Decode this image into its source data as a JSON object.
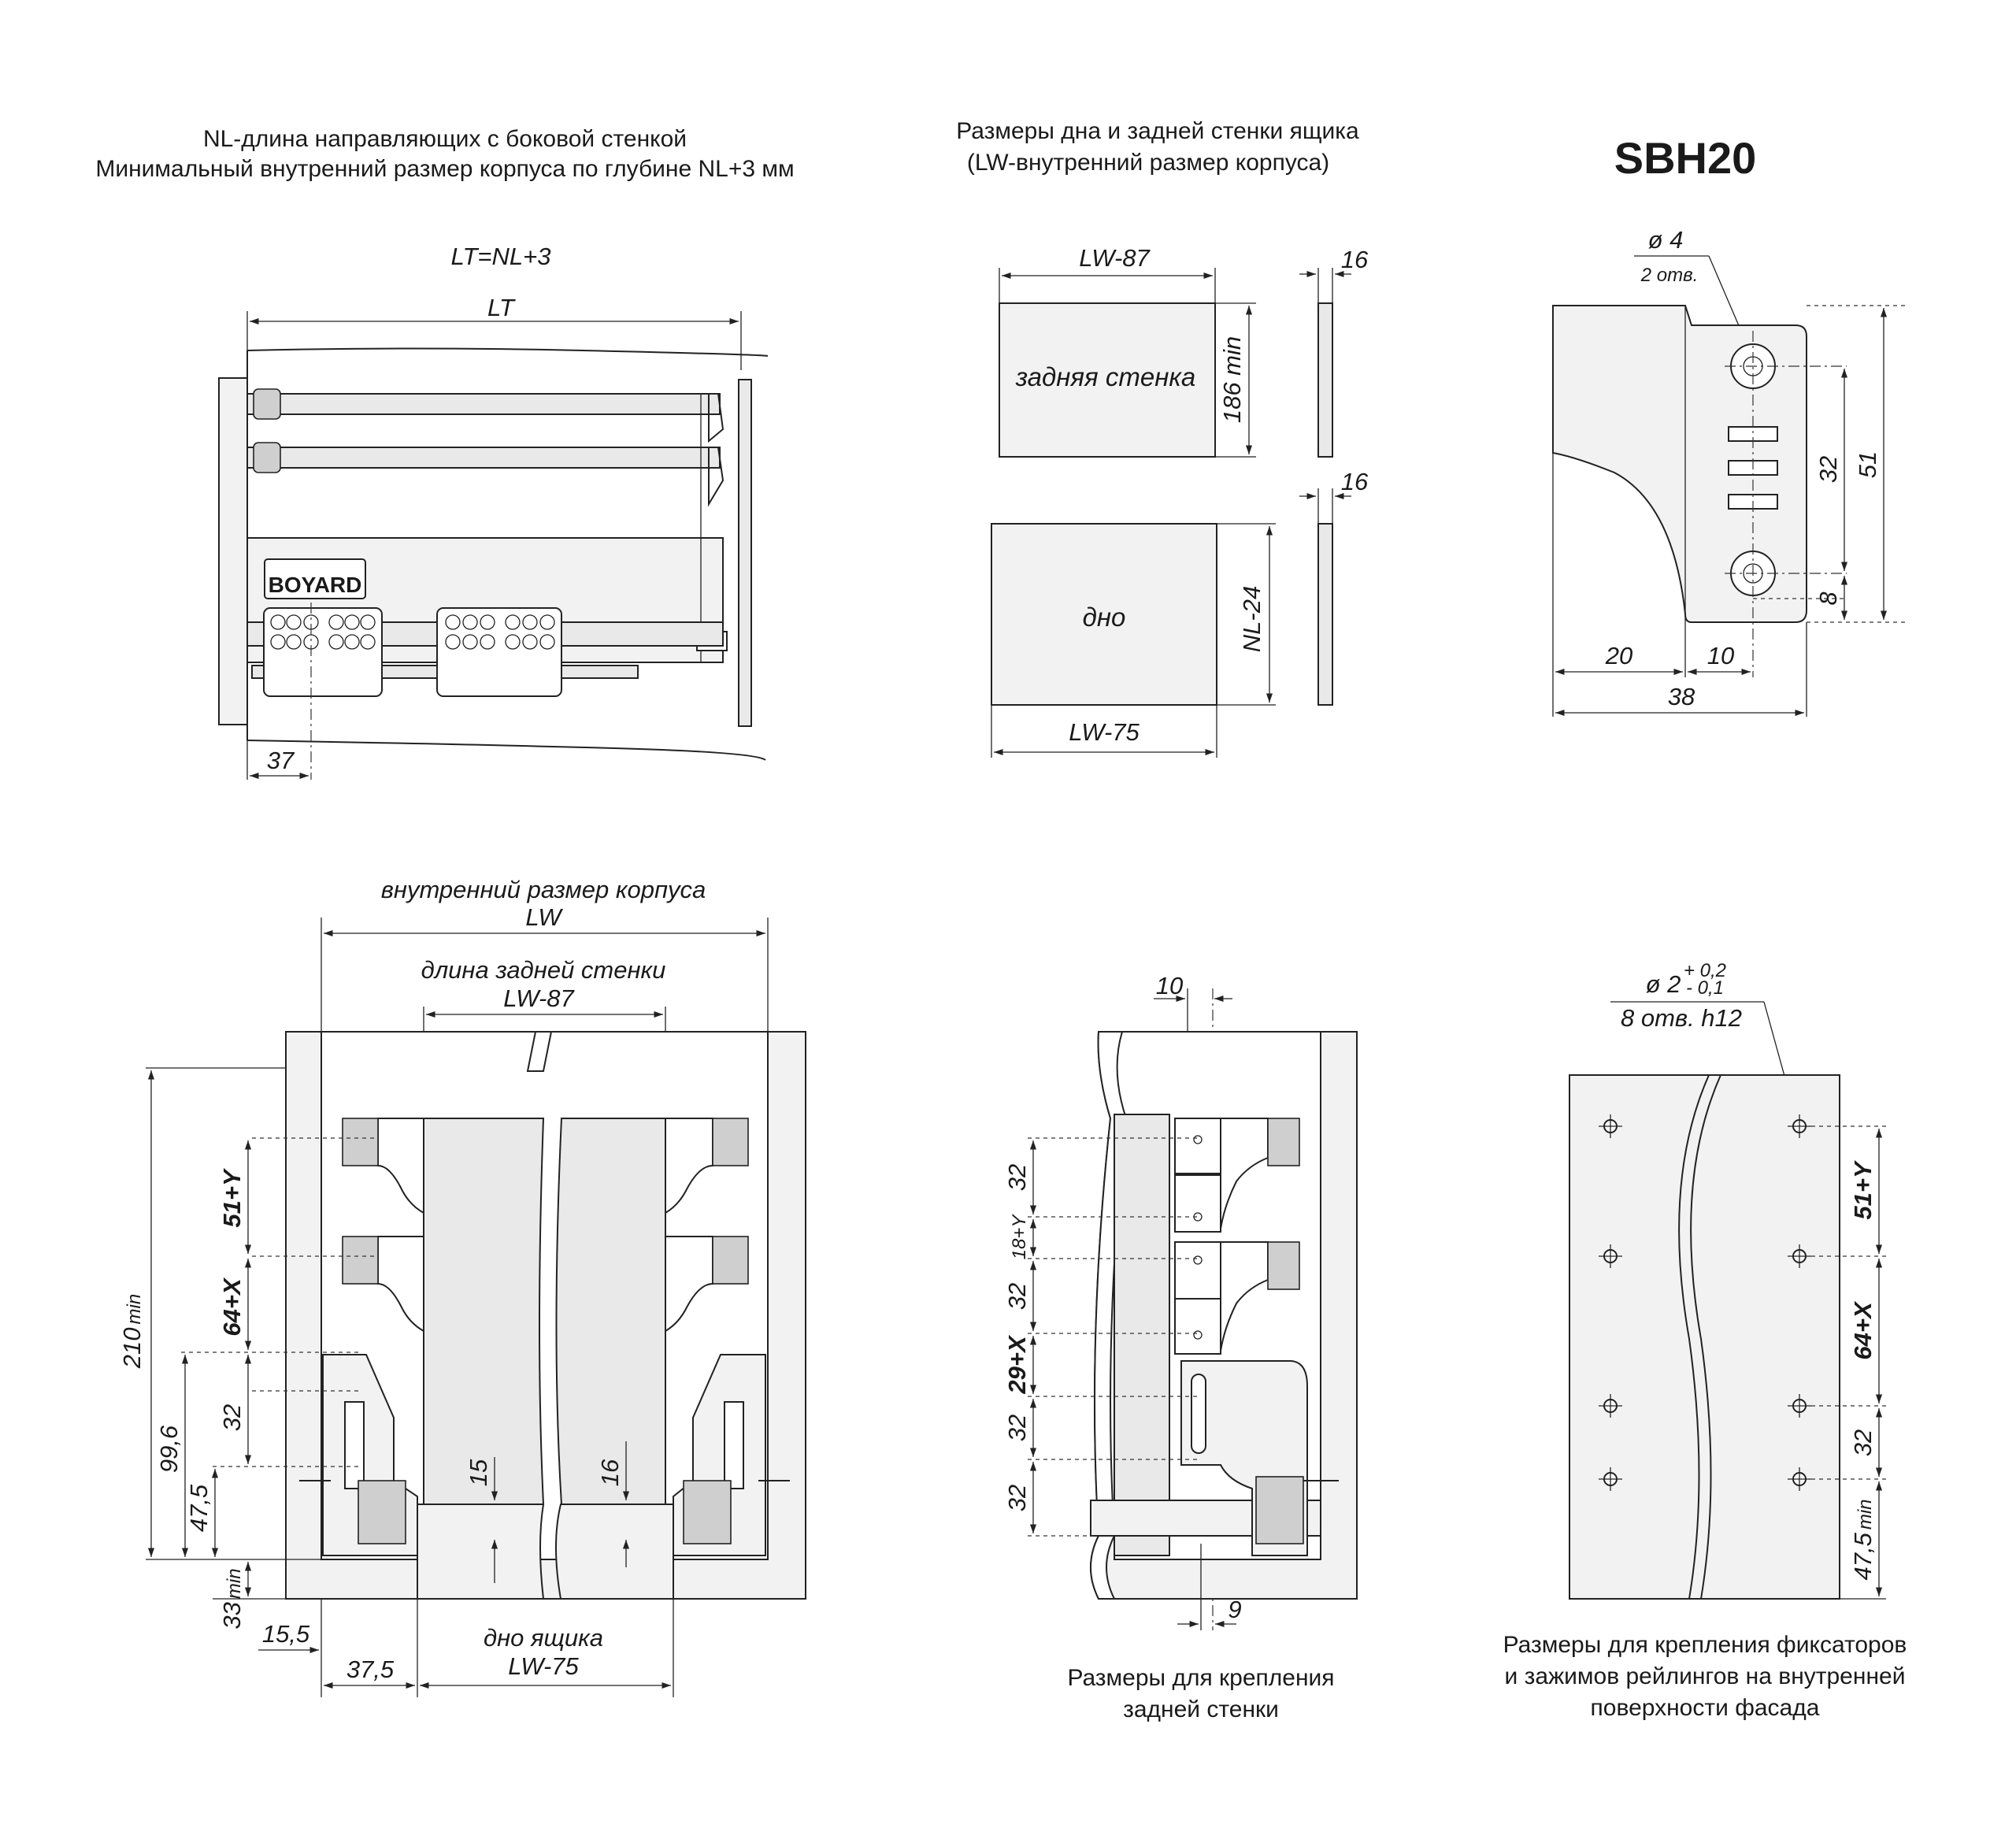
{
  "top_left": {
    "caption_line1": "NL-длина направляющих с боковой стенкой",
    "caption_line2": "Минимальный внутренний размер корпуса по глубине NL+3 мм",
    "dim_lt_formula": "LT=NL+3",
    "dim_lt": "LT",
    "dim_37": "37",
    "brand": "BOYARD"
  },
  "top_middle": {
    "caption_line1": "Размеры дна и задней стенки ящика",
    "caption_line2": "(LW-внутренний размер корпуса)",
    "dim_back_width": "LW-87",
    "dim_back_height": "186 min",
    "label_back": "задняя стенка",
    "dim_thickness_1": "16",
    "dim_thickness_2": "16",
    "label_bottom": "дно",
    "dim_bottom_depth": "NL-24",
    "dim_bottom_width": "LW-75"
  },
  "top_right": {
    "title": "SBH20",
    "hole_diameter": "ø 4",
    "hole_count": "2 отв.",
    "dim_32": "32",
    "dim_51": "51",
    "dim_8": "8",
    "dim_20": "20",
    "dim_10": "10",
    "dim_38": "38"
  },
  "bottom_left": {
    "caption_inner": "внутренний размер корпуса",
    "dim_lw": "LW",
    "caption_back_len": "длина задней стенки",
    "dim_lw87": "LW-87",
    "dim_210": "210",
    "dim_210_sub": "min",
    "dim_51y": "51+Y",
    "dim_64x": "64+X",
    "dim_32": "32",
    "dim_99_6": "99,6",
    "dim_47_5": "47,5",
    "dim_33": "33",
    "dim_33_sub": "min",
    "dim_15": "15",
    "dim_16": "16",
    "dim_15_5": "15,5",
    "dim_37_5": "37,5",
    "caption_bottom": "дно ящика",
    "dim_lw75": "LW-75"
  },
  "bottom_middle": {
    "dim_10": "10",
    "dim_32a": "32",
    "dim_18y": "18+Y",
    "dim_32b": "32",
    "dim_29x": "29+X",
    "dim_32c": "32",
    "dim_32d": "32",
    "dim_9": "9",
    "caption_line1": "Размеры для крепления",
    "caption_line2": "задней стенки"
  },
  "bottom_right": {
    "hole_diameter": "ø 2",
    "tol_plus": "+ 0,2",
    "tol_minus": "- 0,1",
    "hole_count": "8 отв. h12",
    "dim_51y": "51+Y",
    "dim_64x": "64+X",
    "dim_32": "32",
    "dim_47_5": "47,5",
    "dim_47_5_sub": "min",
    "caption_line1": "Размеры для крепления фиксаторов",
    "caption_line2": "и зажимов рейлингов на внутренней",
    "caption_line3": "поверхности фасада"
  }
}
